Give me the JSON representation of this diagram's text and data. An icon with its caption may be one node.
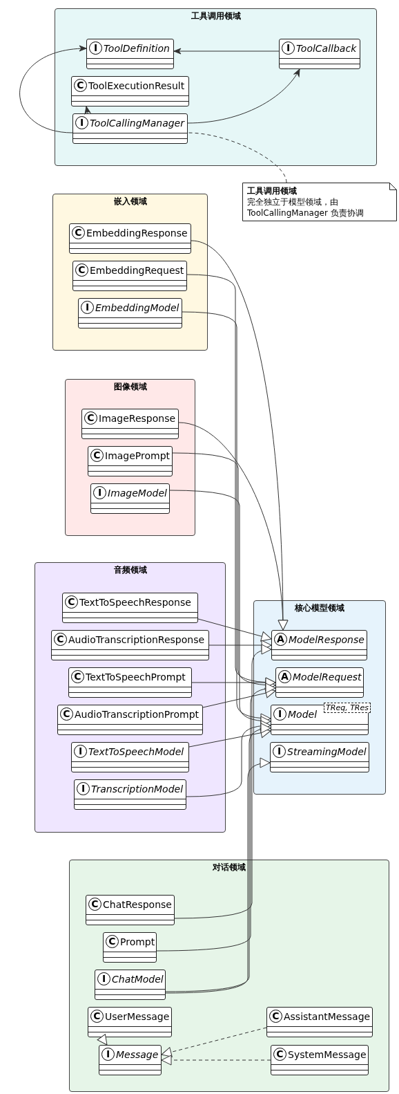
{
  "diagram": {
    "nodes": [
      {
        "text": [
          "工具调用领域"
        ]
      },
      {
        "text": [
          "I",
          "ToolDefinition"
        ],
        "in": 0
      },
      {
        "text": [
          "I",
          "ToolCallback"
        ],
        "in": 0
      },
      {
        "text": [
          "C",
          "ToolExecutionResult"
        ],
        "in": 0
      },
      {
        "text": [
          "I",
          "ToolCallingManager"
        ],
        "in": 0
      },
      {
        "text": [
          "工具调用领域",
          "完全独立于模型领域，由 ToolCallingManager 负责协调"
        ]
      },
      {
        "text": [
          "嵌入领域"
        ]
      },
      {
        "text": [
          "C",
          "EmbeddingResponse"
        ],
        "in": 6
      },
      {
        "text": [
          "C",
          "EmbeddingRequest"
        ],
        "in": 6
      },
      {
        "text": [
          "I",
          "EmbeddingModel"
        ],
        "in": 6
      },
      {
        "text": [
          "图像领域"
        ]
      },
      {
        "text": [
          "C",
          "ImageResponse"
        ],
        "in": 10
      },
      {
        "text": [
          "C",
          "ImagePrompt"
        ],
        "in": 10
      },
      {
        "text": [
          "I",
          "ImageModel"
        ],
        "in": 10
      },
      {
        "text": [
          "音频领域"
        ]
      },
      {
        "text": [
          "C",
          "TextToSpeechResponse"
        ],
        "in": 14
      },
      {
        "text": [
          "C",
          "AudioTranscriptionResponse"
        ],
        "in": 14
      },
      {
        "text": [
          "C",
          "TextToSpeechPrompt"
        ],
        "in": 14
      },
      {
        "text": [
          "C",
          "AudioTranscriptionPrompt"
        ],
        "in": 14
      },
      {
        "text": [
          "I",
          "TextToSpeechModel"
        ],
        "in": 14
      },
      {
        "text": [
          "I",
          "TranscriptionModel"
        ],
        "in": 14
      },
      {
        "text": [
          "核心模型领域"
        ]
      },
      {
        "text": [
          "A",
          "ModelResponse"
        ],
        "in": 21
      },
      {
        "text": [
          "A",
          "ModelRequest"
        ],
        "in": 21
      },
      {
        "text": [
          "I",
          "Model",
          "TReq, TRes"
        ],
        "in": 21
      },
      {
        "text": [
          "I",
          "StreamingModel"
        ],
        "in": 21
      },
      {
        "text": [
          "对话领域"
        ]
      },
      {
        "text": [
          "C",
          "ChatResponse"
        ],
        "in": 26
      },
      {
        "text": [
          "C",
          "Prompt"
        ],
        "in": 26
      },
      {
        "text": [
          "I",
          "ChatModel"
        ],
        "in": 26
      },
      {
        "text": [
          "C",
          "UserMessage"
        ],
        "in": 26
      },
      {
        "text": [
          "C",
          "AssistantMessage"
        ],
        "in": 26
      },
      {
        "text": [
          "I",
          "Message"
        ],
        "in": 26
      },
      {
        "text": [
          "C",
          "SystemMessage"
        ],
        "in": 26
      }
    ],
    "edges": [
      {
        "from": 2,
        "to": 1,
        "arrow": "to"
      },
      {
        "from": 4,
        "to": 2,
        "arrow": "to"
      },
      {
        "from": 4,
        "to": 3,
        "arrow": "to"
      },
      {
        "from": 4,
        "to": 1,
        "arrow": "to"
      },
      {
        "from": 5,
        "to": 4,
        "arrow": "none",
        "style": "dashed"
      },
      {
        "from": 7,
        "to": 22,
        "arrow": "to"
      },
      {
        "from": 8,
        "to": 23,
        "arrow": "to"
      },
      {
        "from": 9,
        "to": 24,
        "arrow": "to"
      },
      {
        "from": 11,
        "to": 22,
        "arrow": "to"
      },
      {
        "from": 12,
        "to": 23,
        "arrow": "to"
      },
      {
        "from": 13,
        "to": 24,
        "arrow": "to"
      },
      {
        "from": 15,
        "to": 22,
        "arrow": "to"
      },
      {
        "from": 16,
        "to": 22,
        "arrow": "to"
      },
      {
        "from": 17,
        "to": 23,
        "arrow": "to"
      },
      {
        "from": 18,
        "to": 23,
        "arrow": "to"
      },
      {
        "from": 19,
        "to": 24,
        "arrow": "to"
      },
      {
        "from": 20,
        "to": 24,
        "arrow": "to"
      },
      {
        "from": 27,
        "to": 22,
        "arrow": "to"
      },
      {
        "from": 28,
        "to": 23,
        "arrow": "to"
      },
      {
        "from": 29,
        "to": 24,
        "arrow": "to"
      },
      {
        "from": 29,
        "to": 25,
        "arrow": "to"
      },
      {
        "from": 30,
        "to": 32,
        "arrow": "to",
        "style": "dashed"
      },
      {
        "from": 31,
        "to": 32,
        "arrow": "to",
        "style": "dashed"
      },
      {
        "from": 33,
        "to": 32,
        "arrow": "to",
        "style": "dashed"
      }
    ]
  }
}
